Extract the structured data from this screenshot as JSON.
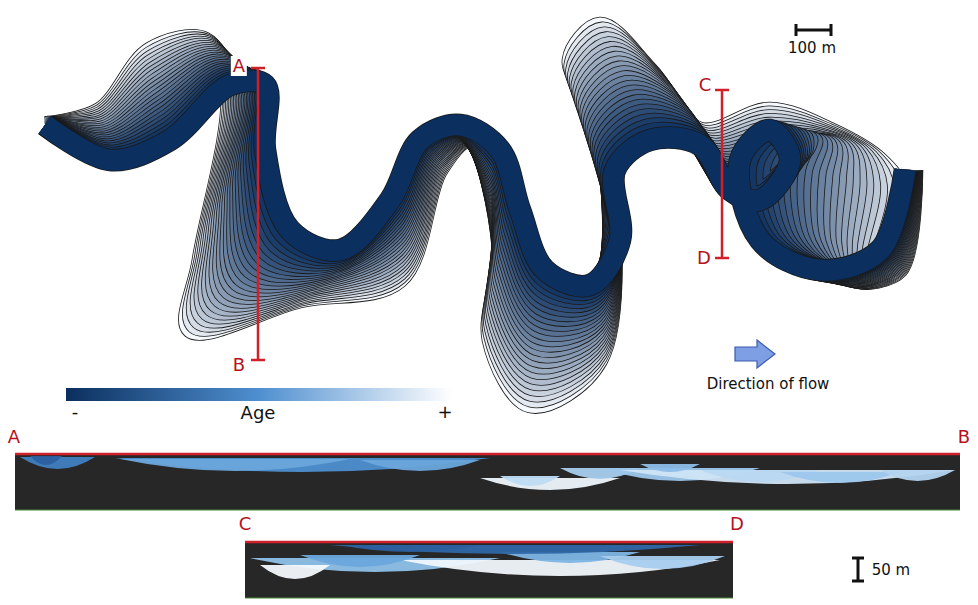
{
  "diagram": {
    "labels": [
      "A",
      "100 m",
      "C",
      "D",
      "B",
      "Age",
      "-",
      "+",
      "Direction of flow",
      "A",
      "B",
      "C",
      "D",
      "50 m"
    ]
  }
}
